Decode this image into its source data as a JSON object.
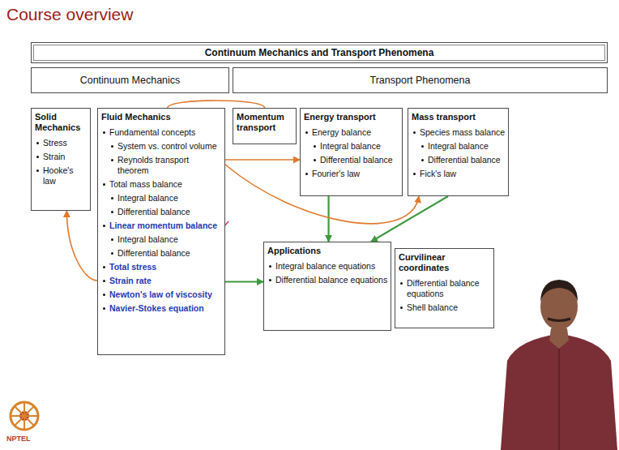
{
  "diagram": {
    "title": "Course overview",
    "nodes": [
      {
        "text": [
          "Continuum Mechanics and Transport Phenomena"
        ]
      },
      {
        "text": [
          "Continuum Mechanics"
        ]
      },
      {
        "text": [
          "Transport Phenomena"
        ]
      },
      {
        "text": [
          "Solid Mechanics",
          "Stress",
          "Strain",
          "Hooke's law"
        ]
      },
      {
        "text": [
          "Fluid Mechanics",
          "Fundamental concepts",
          "System vs. control volume",
          "Reynolds transport theorem",
          "Total mass balance",
          "Integral balance",
          "Differential balance",
          "Linear momentum balance",
          "Integral balance",
          "Differential balance",
          "Total stress",
          "Strain rate",
          "Newton's law of viscosity",
          "Navier-Stokes equation"
        ]
      },
      {
        "text": [
          "Momentum transport"
        ]
      },
      {
        "text": [
          "Energy transport",
          "Energy balance",
          "Integral balance",
          "Differential balance",
          "Fourier's law"
        ]
      },
      {
        "text": [
          "Mass transport",
          "Species mass balance",
          "Integral balance",
          "Differential balance",
          "Fick's law"
        ]
      },
      {
        "text": [
          "Applications",
          "Integral balance equations",
          "Differential balance equations"
        ]
      },
      {
        "text": [
          "Curvilinear coordinates",
          "Differential balance equations",
          "Shell balance"
        ]
      }
    ],
    "edges": [
      {
        "from": 4,
        "to": 8,
        "arrow": "to"
      },
      {
        "from": 6,
        "to": 8,
        "arrow": "to"
      },
      {
        "from": 7,
        "to": 8,
        "arrow": "to"
      },
      {
        "from": 4,
        "to": 5,
        "arrow": "none"
      },
      {
        "from": 4,
        "to": 6,
        "arrow": "to"
      },
      {
        "from": 4,
        "to": 7,
        "arrow": "to"
      },
      {
        "from": 4,
        "to": 3,
        "arrow": "to"
      }
    ],
    "labels": [
      "NPTEL"
    ]
  }
}
